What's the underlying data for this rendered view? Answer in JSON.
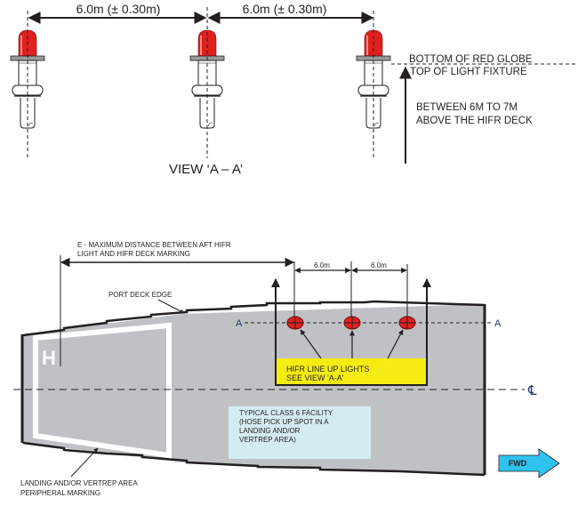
{
  "view_aa": {
    "spacing_labels": [
      "6.0m (± 0.30m)",
      "6.0m (± 0.30m)"
    ],
    "title": "VIEW  ‘A – A’",
    "globe_bottom_label": "BOTTOM OF RED GLOBE",
    "fixture_top_label": "TOP OF LIGHT FIXTURE",
    "height_label_line1": "BETWEEN 6M TO 7M",
    "height_label_line2": "ABOVE THE HIFR DECK",
    "light_count": 3
  },
  "plan_view": {
    "distance_label_line1": "E  - MAXIMUM DISTANCE BETWEEN AFT HIFR",
    "distance_label_line2": "LIGHT AND HIFR DECK MARKING",
    "spacing_labels": [
      "6.0m",
      "6.0m"
    ],
    "port_deck_edge_label": "PORT DECK EDGE",
    "section_marker_left": "A",
    "section_marker_right": "A",
    "centreline_symbol": "℄",
    "deck_marking_letter": "H",
    "lineup_lights_line1": "HIFR LINE UP LIGHTS",
    "lineup_lights_line2": "SEE VIEW 'A-A'",
    "facility_line1": "TYPICAL CLASS 6 FACILITY",
    "facility_line2": "(HOSE PICK UP SPOT IN A",
    "facility_line3": "LANDING AND/OR",
    "facility_line4": "VERTREP AREA)",
    "peripheral_line1": "LANDING AND/OR VERTREP AREA",
    "peripheral_line2": "PERIPHERAL MARKING",
    "fwd_arrow_label": "FWD"
  },
  "colors": {
    "globe_red": "#e0201f",
    "deck_grey": "#c0c1c4",
    "callout_yellow": "#f5ec14",
    "facility_blue": "#d3ecf4",
    "fwd_arrow_blue": "#2fc2ef",
    "line_black": "#231f20"
  }
}
